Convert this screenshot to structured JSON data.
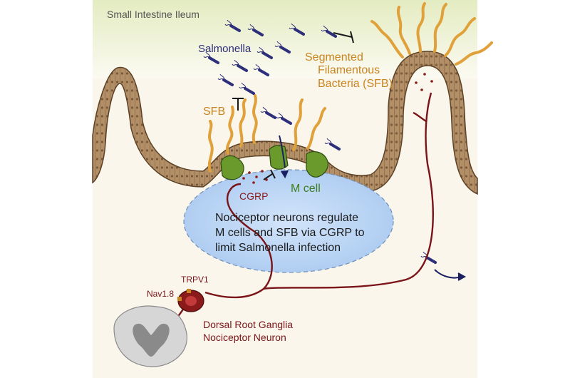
{
  "labels": {
    "title": "Small Intestine Ileum",
    "salmonella": "Salmonella",
    "sfb_long": [
      "Segmented",
      "Filamentous",
      "Bacteria (SFB)"
    ],
    "sfb_short": "SFB",
    "m_cell": "M cell",
    "cgrp": "CGRP",
    "caption": [
      "Nociceptor neurons regulate",
      "M cells and SFB via CGRP to",
      "limit Salmonella infection"
    ],
    "trpv1": "TRPV1",
    "nav18": "Nav1.8",
    "drg": [
      "Dorsal Root Ganglia",
      "Nociceptor Neuron"
    ]
  },
  "colors": {
    "lumen_top": "#dfe9b8",
    "tissue": "#f8efe2",
    "epithelium": "#b08d66",
    "epithelium_stroke": "#5c4127",
    "sfb": "#e0a03a",
    "salmonella": "#2d2f7a",
    "m_cell": "#6a9a2c",
    "peyers_patch": "#bcd6f5",
    "neuron": "#7a1418",
    "spinal_cord": "#d6d6d6"
  },
  "icons": [
    "salmonella-bacterium-icon",
    "inhibition-bar-icon",
    "arrow-icon",
    "drg-neuron-icon",
    "spinal-cord-icon"
  ]
}
